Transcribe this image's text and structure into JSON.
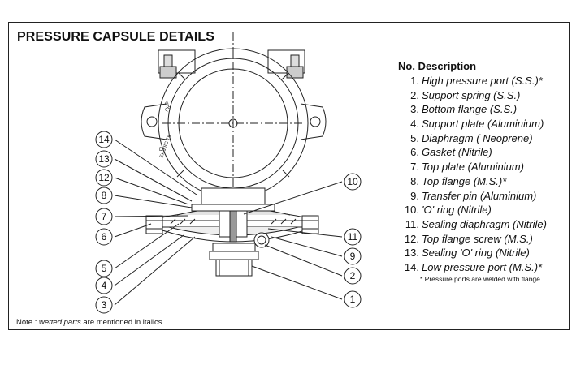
{
  "title": "PRESSURE CAPSULE DETAILS",
  "table": {
    "header": "No. Description",
    "items": [
      {
        "no": "1.",
        "text": "High pressure port (S.S.)*"
      },
      {
        "no": "2.",
        "text": "Support spring (S.S.)"
      },
      {
        "no": "3.",
        "text": "Bottom flange (S.S.)"
      },
      {
        "no": "4.",
        "text": "Support plate (Aluminium)"
      },
      {
        "no": "5.",
        "text": "Diaphragm ( Neoprene)"
      },
      {
        "no": "6.",
        "text": "Gasket (Nitrile)"
      },
      {
        "no": "7.",
        "text": "Top plate (Aluminium)"
      },
      {
        "no": "8.",
        "text": "Top flange (M.S.)*"
      },
      {
        "no": "9.",
        "text": "Transfer pin (Aluminium)"
      },
      {
        "no": "10.",
        "text": "'O' ring (Nitrile)"
      },
      {
        "no": "11.",
        "text": "Sealing diaphragm (Nitrile)"
      },
      {
        "no": "12.",
        "text": "Top flange screw (M.S.)"
      },
      {
        "no": "13.",
        "text": "Sealing 'O' ring (Nitrile)"
      },
      {
        "no": "14.",
        "text": "Low pressure port (M.S.)*"
      }
    ],
    "footnote": "* Pressure ports are welded with flange"
  },
  "note": {
    "prefix": "Note : ",
    "emph": "wetted parts",
    "suffix": " are mentioned in italics."
  },
  "callouts": [
    "1",
    "2",
    "3",
    "4",
    "5",
    "6",
    "7",
    "8",
    "9",
    "10",
    "11",
    "12",
    "13",
    "14"
  ],
  "housing_text": [
    "Ex d IIC T6",
    "PR",
    "DI",
    "G"
  ]
}
